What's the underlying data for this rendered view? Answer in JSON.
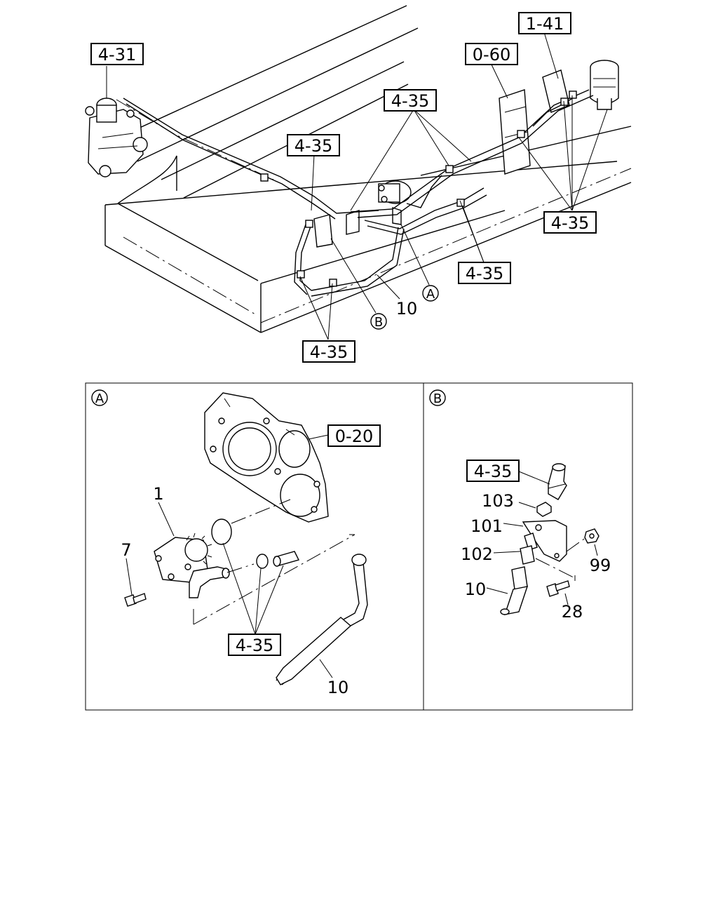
{
  "callouts": {
    "c_4_31": "4-31",
    "c_1_41": "1-41",
    "c_0_60": "0-60",
    "c_4_35_top": "4-35",
    "c_4_35_left": "4-35",
    "c_4_35_right": "4-35",
    "c_4_35_mid": "4-35",
    "c_4_35_bottom": "4-35",
    "c_0_20": "0-20",
    "c_4_35_a": "4-35",
    "c_4_35_b": "4-35"
  },
  "part_numbers": {
    "p10_top": "10",
    "p1": "1",
    "p7": "7",
    "p10_a": "10",
    "p103": "103",
    "p101": "101",
    "p102": "102",
    "p10_b": "10",
    "p99": "99",
    "p28": "28"
  },
  "detail_markers": {
    "a_main": "A",
    "b_main": "B",
    "a_panel": "A",
    "b_panel": "B"
  }
}
